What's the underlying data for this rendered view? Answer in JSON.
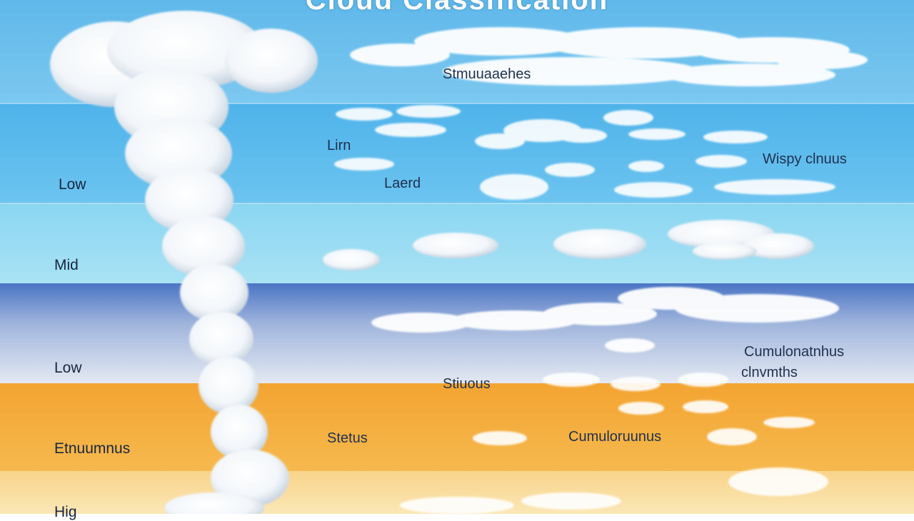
{
  "diagram": {
    "title": "Cloud Classification",
    "left_labels": [
      "Low",
      "Mid",
      "Low",
      "Etnuumnus",
      "Hig"
    ],
    "cloud_labels": [
      "Stmuuaaehes",
      "Lirn",
      "Laerd",
      "Wispy clnuus",
      "Cumulonatnhus",
      "clnvmths",
      "Stiuous",
      "Stetus",
      "Cumuloruunus"
    ],
    "colors": {
      "high_sky": "#5fb8ea",
      "mid_sky": "#8ad6f2",
      "low_sky": "#4a74c4",
      "warm_band": "#f3a431",
      "ground_band": "#f8d48a",
      "cloud": "#ffffff",
      "text": "#1e2e4a"
    }
  }
}
